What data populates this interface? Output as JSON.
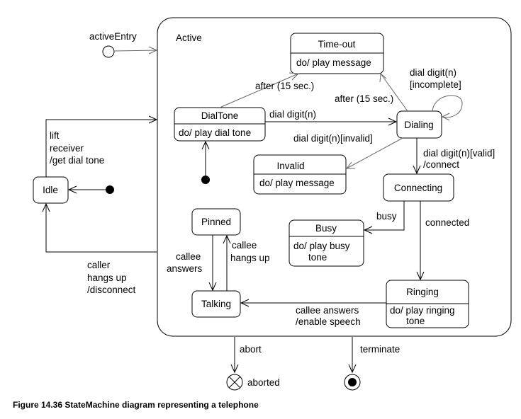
{
  "composite": {
    "name": "Active"
  },
  "entry_point": {
    "label": "activeEntry"
  },
  "states": {
    "idle": {
      "name": "Idle"
    },
    "timeout": {
      "name": "Time-out",
      "activity": "do/ play message"
    },
    "dialtone": {
      "name": "DialTone",
      "activity": "do/ play dial tone"
    },
    "dialing": {
      "name": "Dialing"
    },
    "invalid": {
      "name": "Invalid",
      "activity": "do/ play message"
    },
    "connecting": {
      "name": "Connecting"
    },
    "busy": {
      "name": "Busy",
      "activity_lines": [
        "do/ play busy",
        "tone"
      ]
    },
    "pinned": {
      "name": "Pinned"
    },
    "talking": {
      "name": "Talking"
    },
    "ringing": {
      "name": "Ringing",
      "activity_lines": [
        "do/ play ringing",
        "tone"
      ]
    }
  },
  "transitions": {
    "dialtone_timeout": "after (15 sec.)",
    "dialing_timeout": "after (15 sec.)",
    "dialing_self": [
      "dial digit(n)",
      "[incomplete]"
    ],
    "dialtone_dialing": "dial digit(n)",
    "dialing_invalid": "dial digit(n)[invalid]",
    "dialing_connecting": [
      "dial digit(n)[valid]",
      "/connect"
    ],
    "connecting_busy": "busy",
    "connecting_ringing": "connected",
    "ringing_talking": [
      "callee answers",
      "/enable speech"
    ],
    "pinned_talking": [
      "callee",
      "answers"
    ],
    "talking_pinned": [
      "callee",
      "hangs up"
    ],
    "idle_active": [
      "lift",
      "receiver",
      "/get dial tone"
    ],
    "active_idle": [
      "caller",
      "hangs up",
      "/disconnect"
    ],
    "abort": "abort",
    "terminate": "terminate"
  },
  "pseudostates": {
    "aborted": "aborted"
  },
  "caption": "Figure 14.36  StateMachine diagram representing a telephone",
  "colors": {
    "line": "#000000",
    "gray_line": "#666666",
    "background": "#ffffff"
  }
}
